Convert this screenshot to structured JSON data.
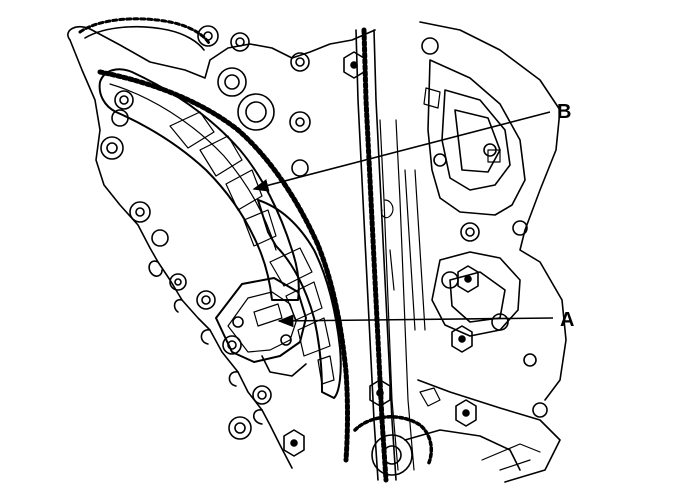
{
  "callouts": [
    {
      "id": "B",
      "label": "B"
    },
    {
      "id": "A",
      "label": "A"
    }
  ],
  "colors": {
    "ink": "#000000",
    "paper": "#ffffff"
  }
}
